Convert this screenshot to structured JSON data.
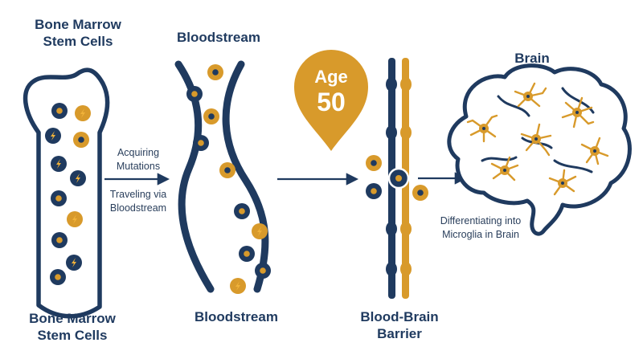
{
  "labels": {
    "bone_marrow_top": [
      "Bone Marrow",
      "Stem Cells"
    ],
    "bone_marrow_bottom": [
      "Bone Marrow",
      "Stem Cells"
    ],
    "bloodstream_top": "Bloodstream",
    "bloodstream_bottom": "Bloodstream",
    "bbb_bottom": [
      "Blood-Brain",
      "Barrier"
    ],
    "brain_top": "Brain",
    "acquiring": [
      "Acquiring",
      "Mutations"
    ],
    "traveling": [
      "Traveling via",
      "Bloodstream"
    ],
    "differentiating": [
      "Differentiating into",
      "Microglia in Brain"
    ]
  },
  "age_pin": {
    "line1": "Age",
    "line2": "50"
  },
  "colors": {
    "navy": "#1f3a5f",
    "gold": "#d89a2b",
    "white": "#ffffff"
  },
  "icons": {
    "mutation": "lightning-bolt-icon",
    "arrow": "right-arrow-icon",
    "pin": "location-pin-icon"
  }
}
